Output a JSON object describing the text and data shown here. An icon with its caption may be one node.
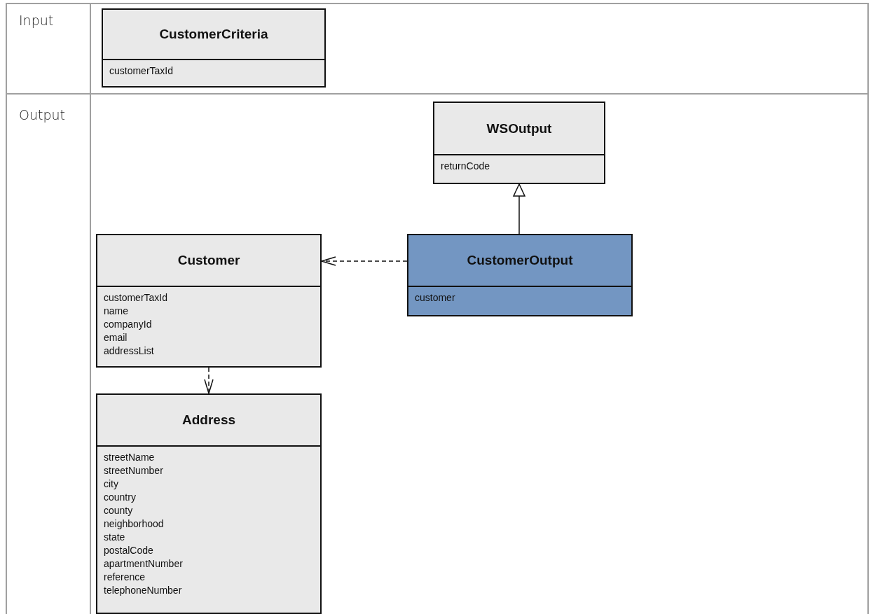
{
  "diagram": {
    "nodes": [
      {
        "text": [
          "CustomerCriteria",
          "customerTaxId"
        ]
      },
      {
        "text": [
          "WSOutput",
          "returnCode"
        ]
      },
      {
        "text": [
          "Customer",
          "customerTaxId",
          "name",
          "companyId",
          "email",
          "addressList"
        ]
      },
      {
        "text": [
          "CustomerOutput",
          "customer"
        ]
      },
      {
        "text": [
          "Address",
          "streetName",
          "streetNumber",
          "city",
          "country",
          "county",
          "neighborhood",
          "state",
          "postalCode",
          "apartmentNumber",
          "reference",
          "telephoneNumber"
        ]
      }
    ],
    "edges": [
      {
        "from": 3,
        "to": 1,
        "arrow": "to"
      },
      {
        "from": 3,
        "to": 2,
        "arrow": "to",
        "style": "dashed"
      },
      {
        "from": 2,
        "to": 4,
        "arrow": "to",
        "style": "dashed"
      }
    ],
    "labels": [
      "Input",
      "Output"
    ]
  }
}
